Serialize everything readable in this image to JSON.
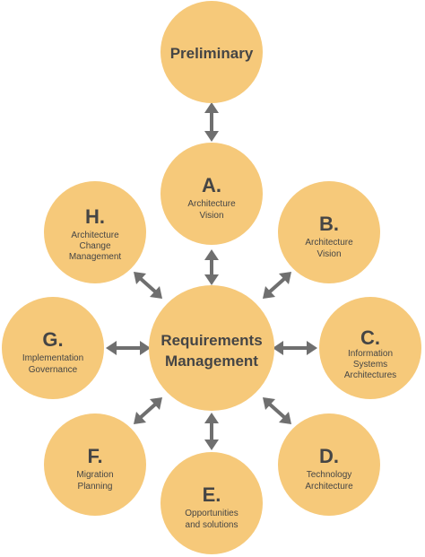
{
  "center": {
    "line1": "Requirements",
    "line2": "Management"
  },
  "preliminary": {
    "title": "Preliminary"
  },
  "phases": [
    {
      "id": "a",
      "letter": "A.",
      "lines": [
        "Architecture",
        "Vision"
      ]
    },
    {
      "id": "b",
      "letter": "B.",
      "lines": [
        "Architecture",
        "Vision"
      ]
    },
    {
      "id": "c",
      "letter": "C.",
      "lines": [
        "Information",
        "Systems",
        "Architectures"
      ]
    },
    {
      "id": "d",
      "letter": "D.",
      "lines": [
        "Technology",
        "Architecture"
      ]
    },
    {
      "id": "e",
      "letter": "E.",
      "lines": [
        "Opportunities",
        "and solutions"
      ]
    },
    {
      "id": "f",
      "letter": "F.",
      "lines": [
        "Migration",
        "Planning"
      ]
    },
    {
      "id": "g",
      "letter": "G.",
      "lines": [
        "Implementation",
        "Governance"
      ]
    },
    {
      "id": "h",
      "letter": "H.",
      "lines": [
        "Architecture",
        "Change",
        "Management"
      ]
    }
  ],
  "colors": {
    "circle": "#f6c97a",
    "arrow": "#6f6f6f",
    "text": "#454545"
  }
}
